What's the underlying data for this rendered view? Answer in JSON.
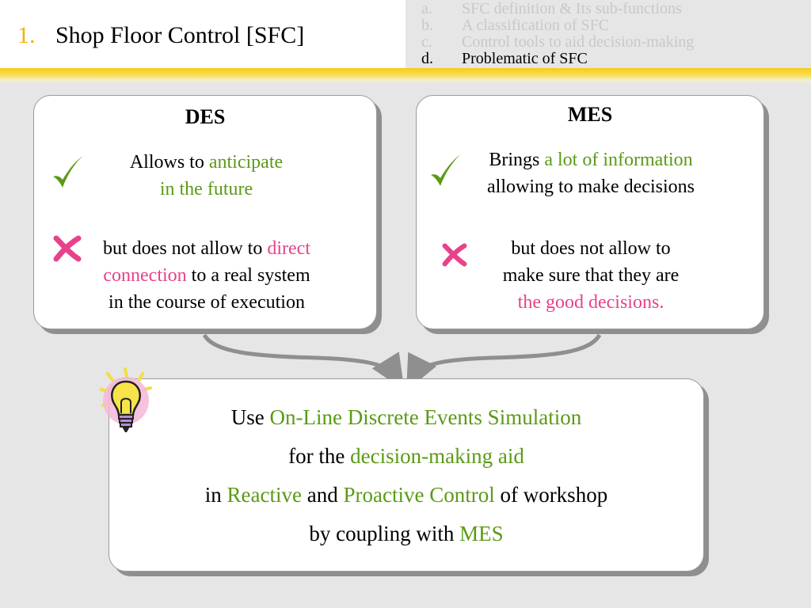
{
  "header": {
    "number": "1.",
    "title": "Shop Floor Control [SFC]",
    "agenda": [
      {
        "letter": "a.",
        "text": "SFC definition & Its sub-functions",
        "active": false
      },
      {
        "letter": "b.",
        "text": "A classification of SFC",
        "active": false
      },
      {
        "letter": "c.",
        "text": "Control tools to aid decision-making",
        "active": false
      },
      {
        "letter": "d.",
        "text": "Problematic of SFC",
        "active": true
      }
    ]
  },
  "colors": {
    "accent_yellow": "#f2b400",
    "positive_green": "#5b9a16",
    "negative_pink": "#e8428a",
    "background": "#e6e6e6"
  },
  "des": {
    "title": "DES",
    "pro_icon": "check-icon",
    "pro": {
      "a": "Allows to ",
      "b": "anticipate",
      "c": "in the future"
    },
    "con_icon": "cross-icon",
    "con": {
      "a": "but does not allow to ",
      "b": "direct",
      "c": "connection",
      "d": " to a real system",
      "e": "in the course of execution"
    }
  },
  "mes": {
    "title": "MES",
    "pro_icon": "check-icon",
    "pro": {
      "a": "Brings ",
      "b": "a lot of information",
      "c": "allowing to make decisions"
    },
    "con_icon": "cross-icon",
    "con": {
      "a": "but does not allow to",
      "b": "make sure that they are",
      "c": "the good decisions."
    }
  },
  "conclusion": {
    "icon": "lightbulb-icon",
    "l1": {
      "a": "Use ",
      "b": "On-Line Discrete Events Simulation"
    },
    "l2": {
      "a": "for the ",
      "b": "decision-making aid"
    },
    "l3": {
      "a": "in ",
      "b": "Reactive",
      "c": " and ",
      "d": "Proactive Control",
      "e": " of workshop"
    },
    "l4": {
      "a": "by coupling with ",
      "b": "MES"
    }
  }
}
